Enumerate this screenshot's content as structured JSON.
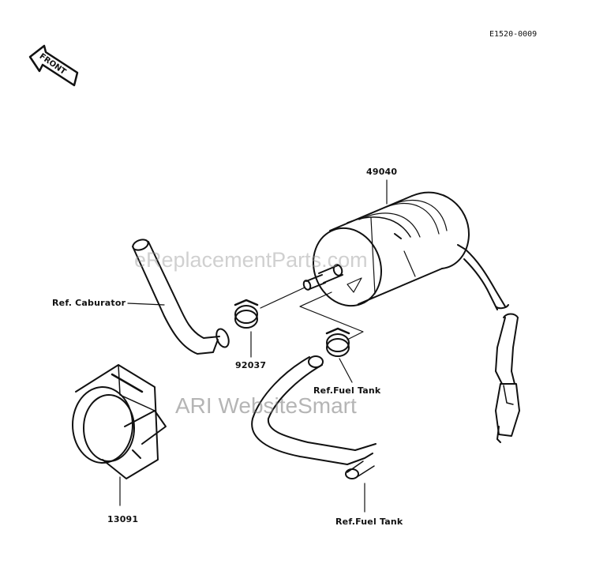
{
  "diagram_code": "E1520-0009",
  "front_arrow_label": "FRONT",
  "parts": {
    "fuel_pump": "49040",
    "clamp_carb": "92037",
    "bracket": "13091"
  },
  "refs": {
    "carburetor": "Ref. Caburator",
    "fuel_tank_upper": "Ref.Fuel Tank",
    "fuel_tank_lower": "Ref.Fuel Tank"
  },
  "watermarks": {
    "site": "eReplacementParts.com",
    "ari": "ARI WebsiteSmart"
  },
  "colors": {
    "ink": "#111111",
    "paper": "#ffffff"
  }
}
